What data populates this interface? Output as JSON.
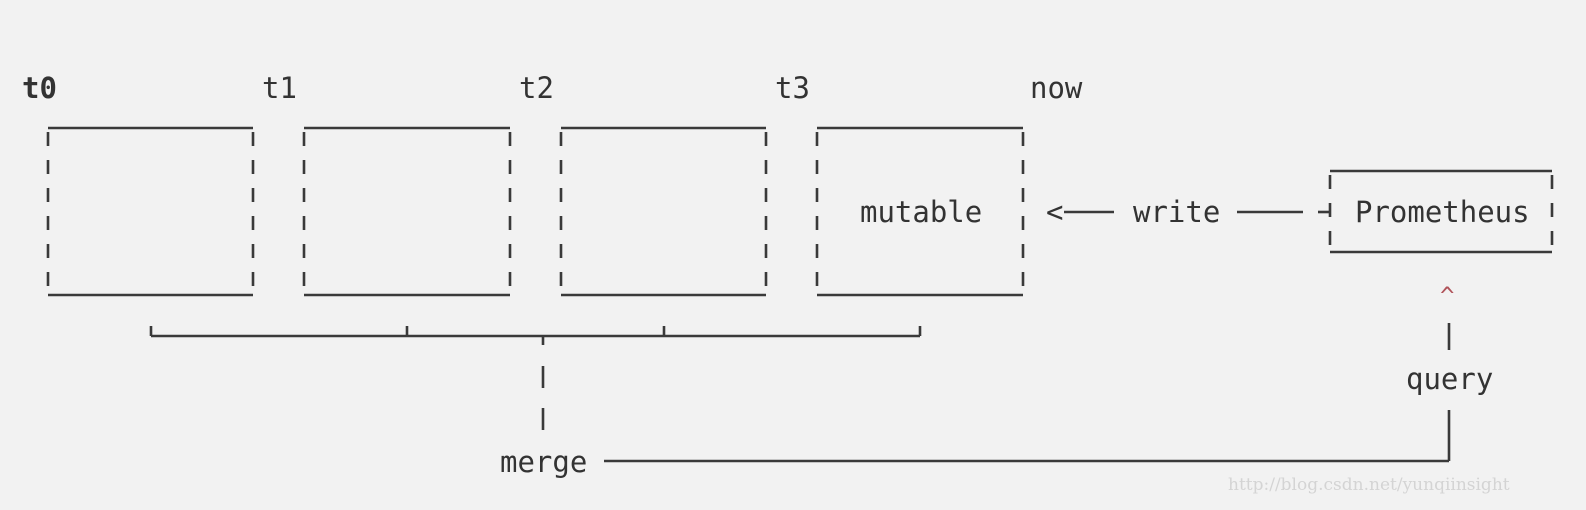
{
  "diagram": {
    "time_labels": [
      "t0",
      "t1",
      "t2",
      "t3",
      "now"
    ],
    "blocks": [
      {
        "label": ""
      },
      {
        "label": ""
      },
      {
        "label": ""
      },
      {
        "label": "mutable"
      }
    ],
    "write_label": "write",
    "arrowhead": "<",
    "prometheus_label": "Prometheus",
    "query_label": "query",
    "query_arrowhead": "^",
    "merge_label": "merge"
  },
  "watermark": "http://blog.csdn.net/yunqiinsight",
  "colors": {
    "background": "#f2f2f2",
    "line": "#3a3a3a",
    "text": "#333333",
    "accent": "#b0535a",
    "watermark": "#d4d4d4"
  }
}
